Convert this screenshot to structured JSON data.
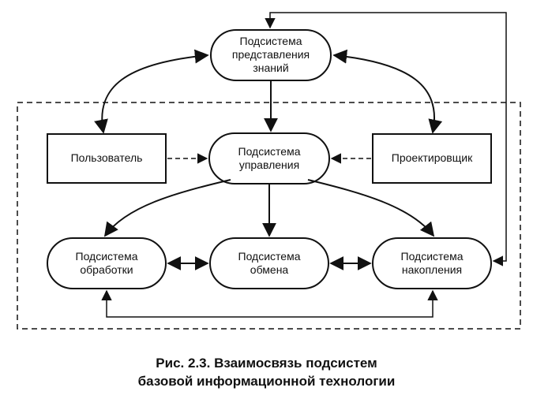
{
  "nodes": {
    "knowledge": "Подсистема\nпредставления\nзнаний",
    "control": "Подсистема\nуправления",
    "user": "Пользователь",
    "designer": "Проектировщик",
    "processing": "Подсистема\nобработки",
    "exchange": "Подсистема\nобмена",
    "storage": "Подсистема\nнакопления"
  },
  "caption": {
    "line1": "Рис. 2.3. Взаимосвязь подсистем",
    "line2": "базовой информационной технологии"
  }
}
